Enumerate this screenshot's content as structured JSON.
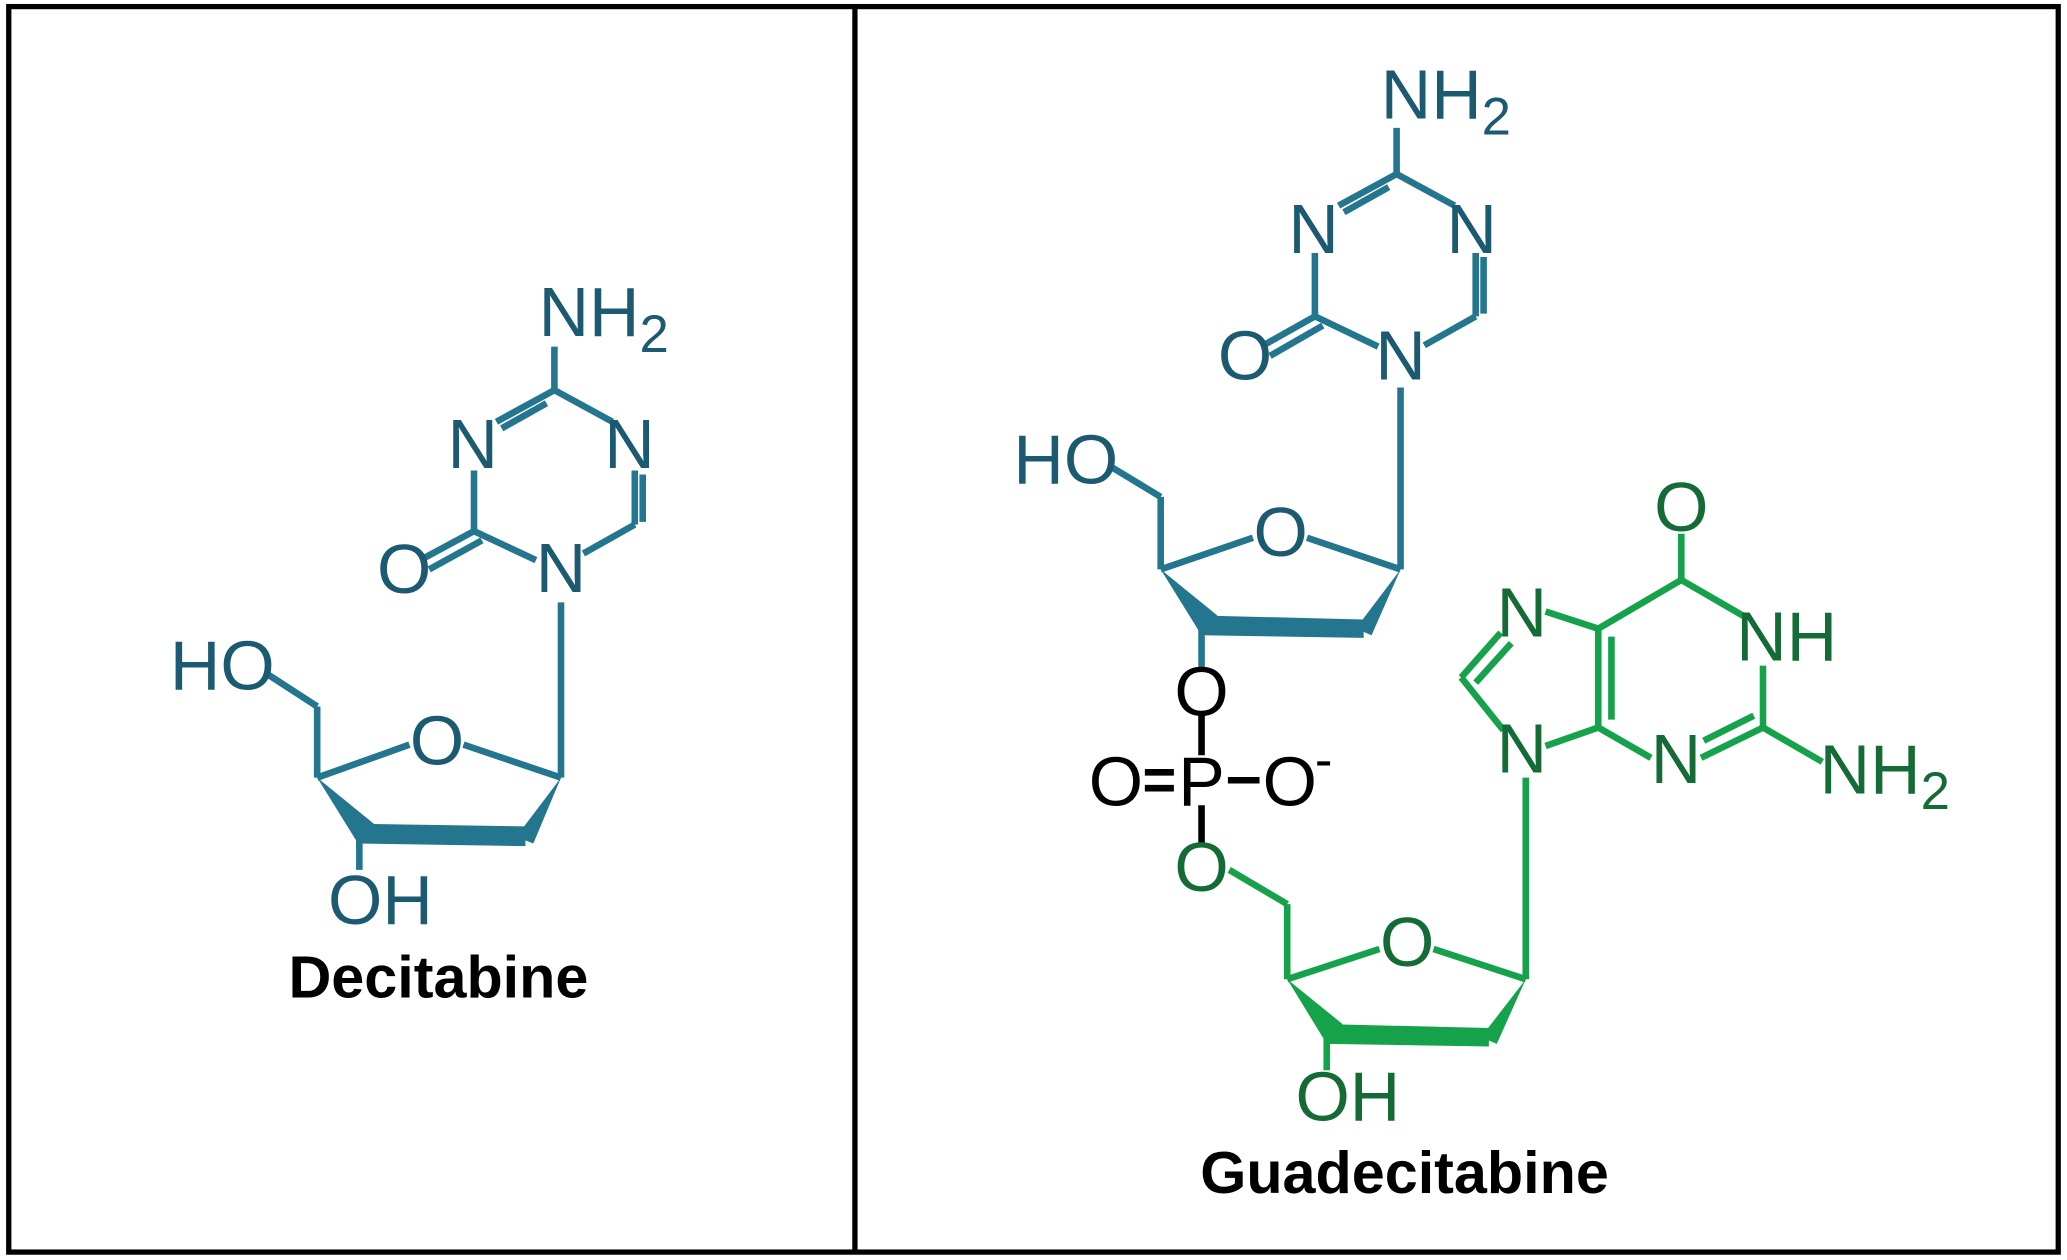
{
  "colors": {
    "decitabine": "#24768f",
    "guanosine": "#16a24a",
    "phosphate": "#000000",
    "frame": "#000000",
    "background": "#ffffff"
  },
  "decitabine_panel": {
    "name": "Decitabine",
    "atoms": {
      "amino": "NH",
      "amino_sub": "2",
      "ring_n_left": "N",
      "ring_n_right": "N",
      "ring_n1": "N",
      "carbonyl_o": "O",
      "ring_o": "O",
      "ho": "HO",
      "oh": "OH"
    }
  },
  "guadecitabine_panel": {
    "name": "Guadecitabine",
    "aza": {
      "amino": "NH",
      "amino_sub": "2",
      "ring_n_left": "N",
      "ring_n_right": "N",
      "ring_n1": "N",
      "carbonyl_o": "O",
      "ring_o": "O",
      "ho": "HO"
    },
    "phosphate": {
      "o_top": "O",
      "o_double": "O",
      "p": "P",
      "o_minus": "O",
      "charge": "-",
      "o_bottom": "O"
    },
    "guanine": {
      "carbonyl_o": "O",
      "n7": "N",
      "nh": "NH",
      "n9": "N",
      "n3": "N",
      "amino": "NH",
      "amino_sub": "2",
      "ring_o": "O",
      "oh": "OH"
    }
  }
}
